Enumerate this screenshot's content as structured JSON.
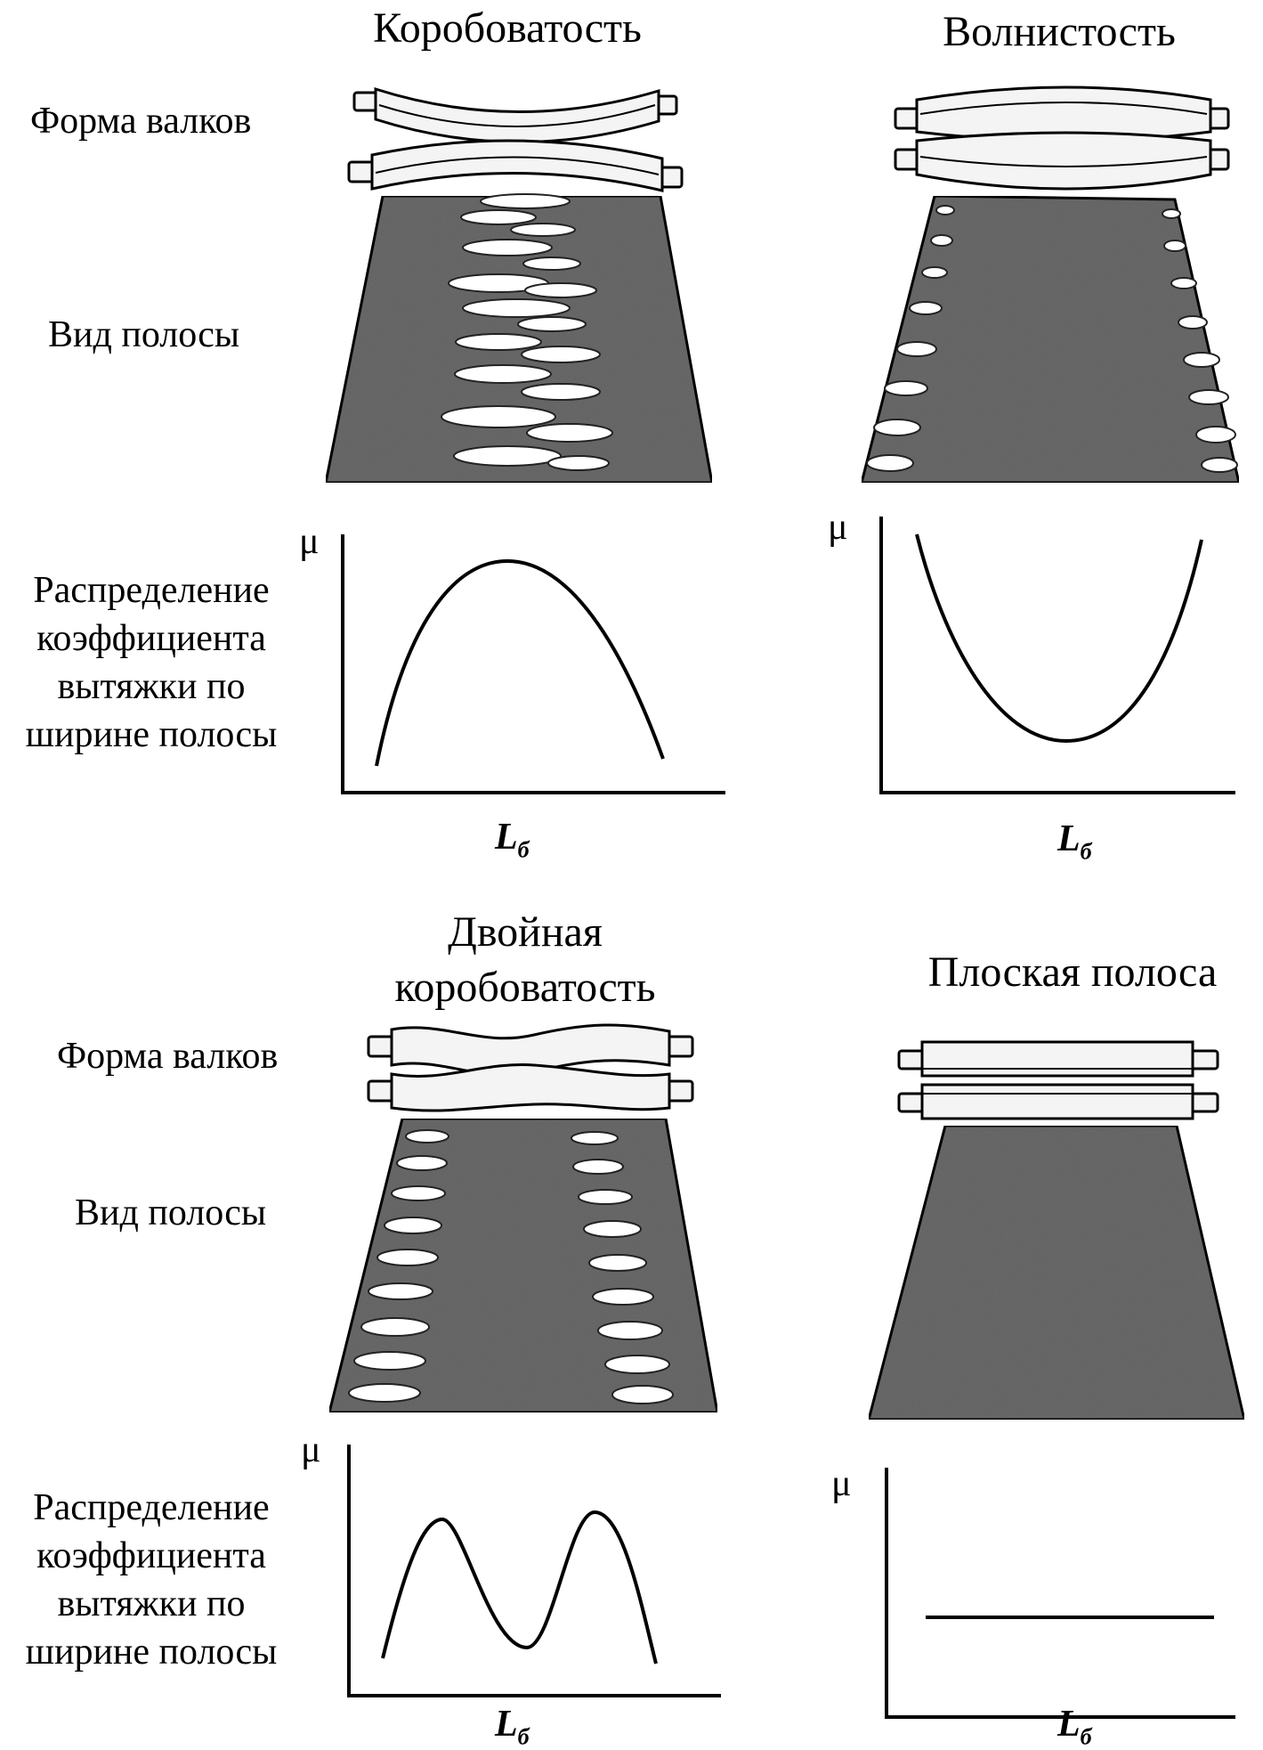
{
  "panels": [
    {
      "title": "Коробоватость",
      "row_label_rolls": "Форма валков",
      "row_label_strip": "Вид полосы",
      "row_label_dist": "Распределение коэффициента вытяжки по ширине полосы",
      "y_label": "μ",
      "x_label_main": "L",
      "x_label_sub": "б"
    },
    {
      "title": "Волнистость",
      "y_label": "μ",
      "x_label_main": "L",
      "x_label_sub": "б"
    },
    {
      "title": "Двойная коробоватость",
      "row_label_rolls": "Форма валков",
      "row_label_strip": "Вид полосы",
      "row_label_dist": "Распределение коэффициента вытяжки по ширине полосы",
      "y_label": "μ",
      "x_label_main": "L",
      "x_label_sub": "б"
    },
    {
      "title": "Плоская полоса",
      "y_label": "μ",
      "x_label_main": "L",
      "x_label_sub": "б"
    }
  ],
  "colors": {
    "ink": "#000000",
    "strip": "#6a6a6a",
    "roll": "#f4f4f4"
  }
}
